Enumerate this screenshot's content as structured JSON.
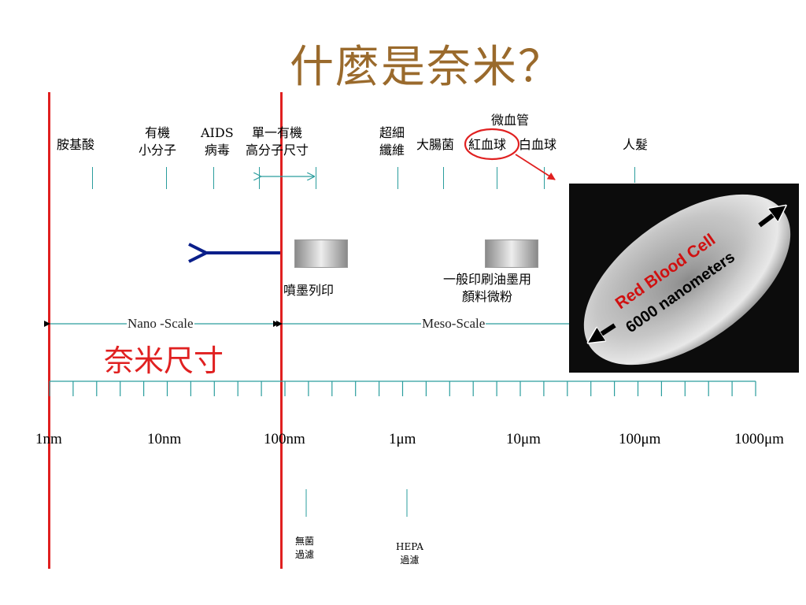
{
  "title": "什麼是奈米？",
  "top_labels": {
    "amino_acid": "胺基酸",
    "small_molecule": [
      "有機",
      "小分子"
    ],
    "aids": [
      "AIDS",
      "病毒"
    ],
    "polymer": [
      "單一有機",
      "高分子尺寸"
    ],
    "ultrafine_fiber": [
      "超細",
      "纖維"
    ],
    "bacteria": "大腸菌",
    "red_blood_cell": "紅血球",
    "capillary": "微血管",
    "white_blood_cell": "白血球",
    "hair": "人髮"
  },
  "middle_labels": {
    "inkjet": "噴墨列印",
    "pigment": [
      "一般印刷油墨用",
      "顏料微粉"
    ]
  },
  "scales": {
    "nano": "Nano -Scale",
    "meso": "Meso-Scale",
    "nano_cjk": "奈米尺寸"
  },
  "axis_labels": [
    "1nm",
    "10nm",
    "100nm",
    "1μm",
    "10μm",
    "100μm",
    "1000μm"
  ],
  "filters": {
    "sterile": [
      "無菌",
      "過濾"
    ],
    "hepa": [
      "HEPA",
      "過濾"
    ]
  },
  "photo": {
    "label1": "Red Blood Cell",
    "label2": "6000 nanometers"
  }
}
